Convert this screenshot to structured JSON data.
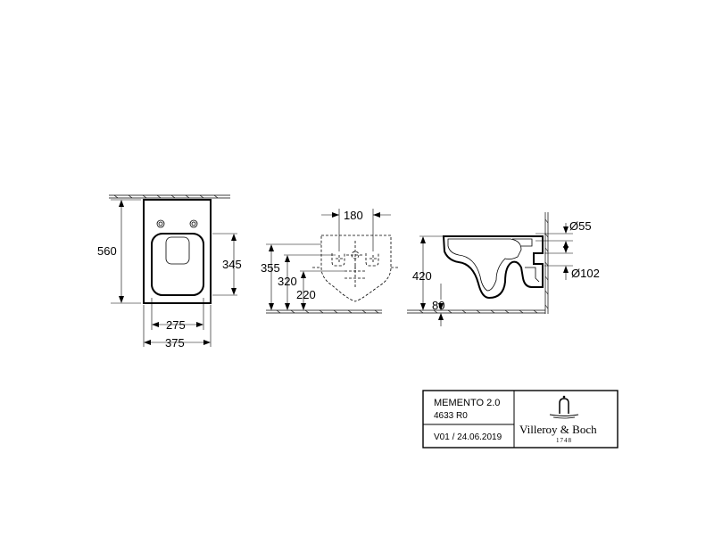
{
  "dimensions": {
    "top_view_height": "560",
    "top_view_seat_height": "345",
    "top_view_seat_width": "275",
    "top_view_width": "375",
    "front_view_hole_spacing": "180",
    "front_view_height_355": "355",
    "front_view_height_320": "320",
    "front_view_height_220": "220",
    "side_view_height": "420",
    "side_view_outlet_height": "80",
    "side_view_inlet_diameter": "Ø55",
    "side_view_outlet_diameter": "Ø102"
  },
  "title_block": {
    "product_name": "MEMENTO 2.0",
    "article_number": "4633 R0",
    "version_date": "V01 / 24.06.2019",
    "brand_name": "Villeroy & Boch",
    "brand_year": "1748"
  }
}
